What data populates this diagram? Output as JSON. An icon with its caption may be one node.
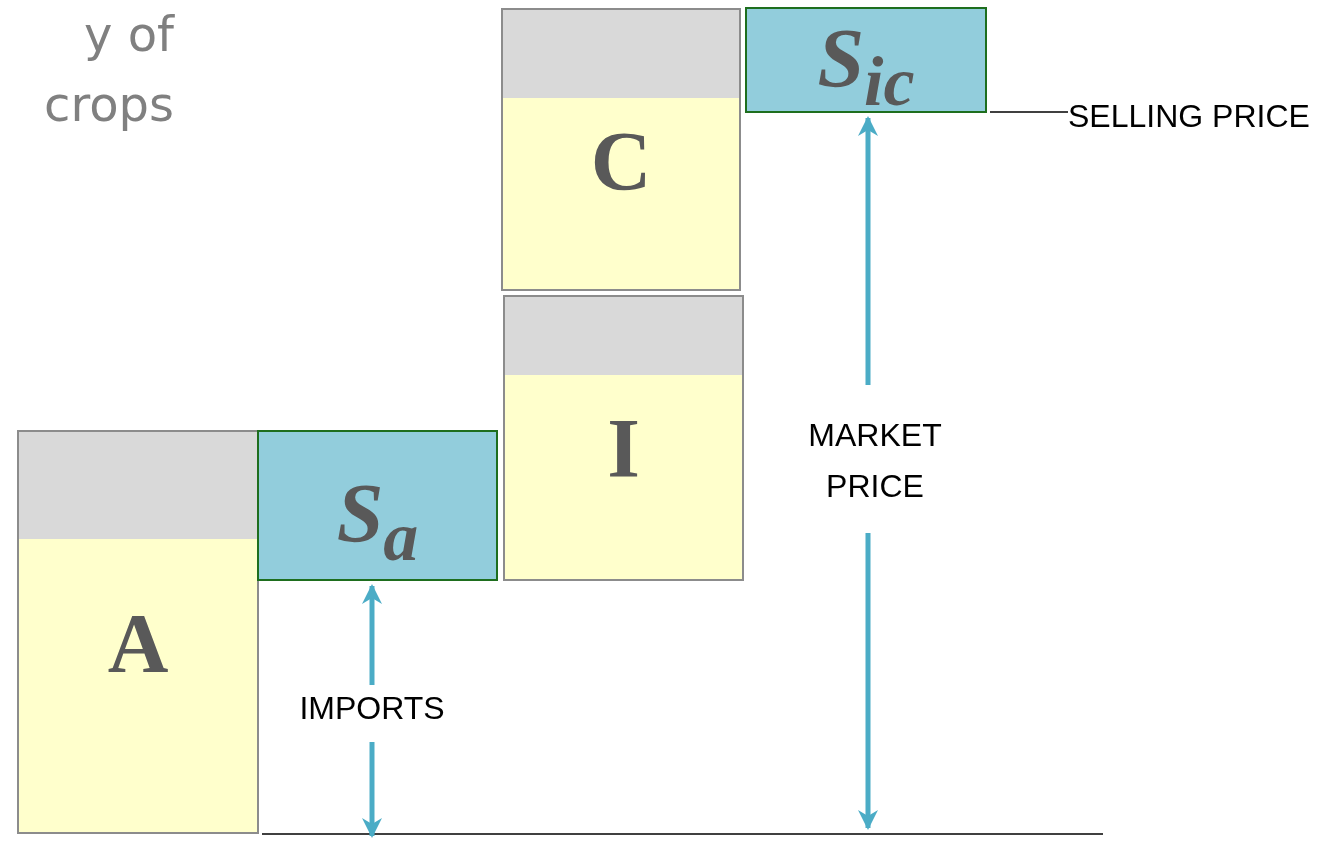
{
  "diagram": {
    "title": "y of crops",
    "nodes": [
      {
        "text": [
          "C"
        ]
      },
      {
        "text": [
          "S$_{ic}$"
        ]
      },
      {
        "text": [
          "SELLING PRICE"
        ]
      },
      {
        "text": [
          "I"
        ]
      },
      {
        "text": [
          "A"
        ]
      },
      {
        "text": [
          "S$_{a}$"
        ]
      }
    ],
    "edges": [
      {
        "from": 2,
        "to": 1,
        "arrow": "none"
      }
    ],
    "labels": [
      "MARKET PRICE",
      "IMPORTS"
    ]
  }
}
